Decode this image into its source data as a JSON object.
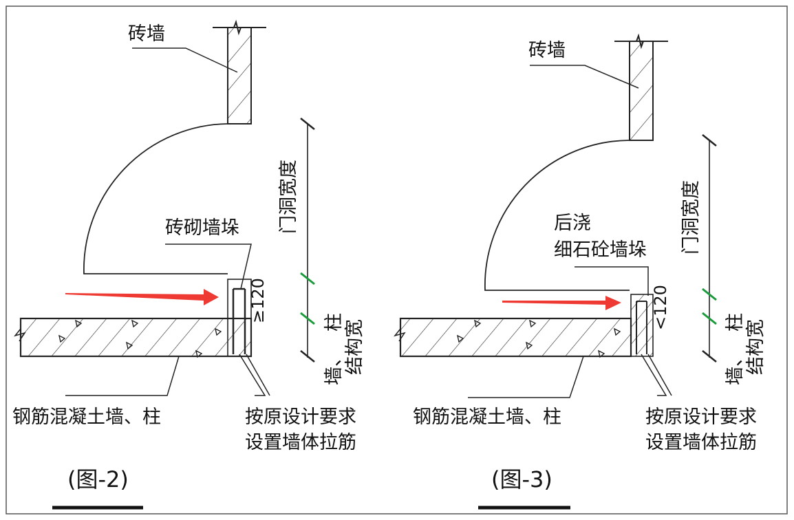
{
  "colors": {
    "arrow": "#ee3a32",
    "dim_tick": "#1a9a3a",
    "line": "#222222",
    "frame": "#555555"
  },
  "figures": [
    {
      "brick_wall": "砖墙",
      "pier_label": [
        "砖砌墙垛"
      ],
      "door_width": "门洞宽度",
      "pier_dim": "≥120",
      "wall_width": [
        "柱",
        "墙、",
        "结构宽"
      ],
      "rc_label": "钢筋混凝土墙、柱",
      "tie_note": [
        "按原设计要求",
        "设置墙体拉筋"
      ],
      "caption": "(图-2)"
    },
    {
      "brick_wall": "砖墙",
      "pier_label": [
        "后浇",
        "细石砼墙垛"
      ],
      "door_width": "门洞宽度",
      "pier_dim": "<120",
      "wall_width": [
        "柱",
        "墙、",
        "结构宽"
      ],
      "rc_label": "钢筋混凝土墙、柱",
      "tie_note": [
        "按原设计要求",
        "设置墙体拉筋"
      ],
      "caption": "(图-3)"
    }
  ]
}
